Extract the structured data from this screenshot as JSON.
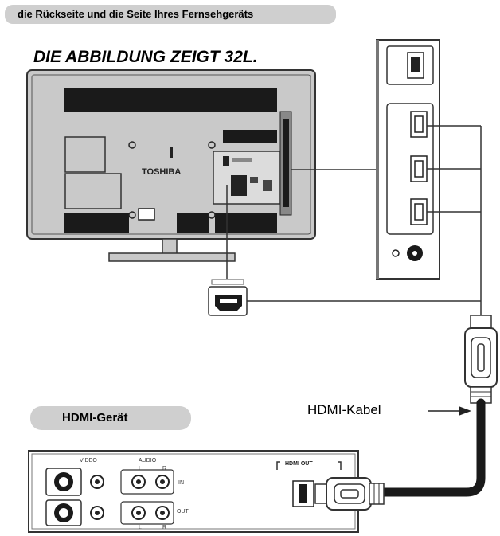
{
  "banner": {
    "text": "die Rückseite und die Seite Ihres Fernsehgeräts"
  },
  "figure_title": "DIE ABBILDUNG ZEIGT 32L.",
  "tv": {
    "brand": "TOSHIBA"
  },
  "device": {
    "label": "HDMI-Gerät"
  },
  "cable": {
    "label": "HDMI-Kabel"
  },
  "device_panel": {
    "video_label": "VIDEO",
    "audio_label": "AUDIO",
    "l_label": "L",
    "r_label": "R",
    "in_label": "IN",
    "out_label": "OUT",
    "hdmi_out_label": "HDMI OUT"
  },
  "colors": {
    "panel_bg": "#ffffff",
    "banner_bg": "#cfcfcf",
    "tv_body": "#c9c9c9",
    "dark_block": "#1a1a1a"
  }
}
